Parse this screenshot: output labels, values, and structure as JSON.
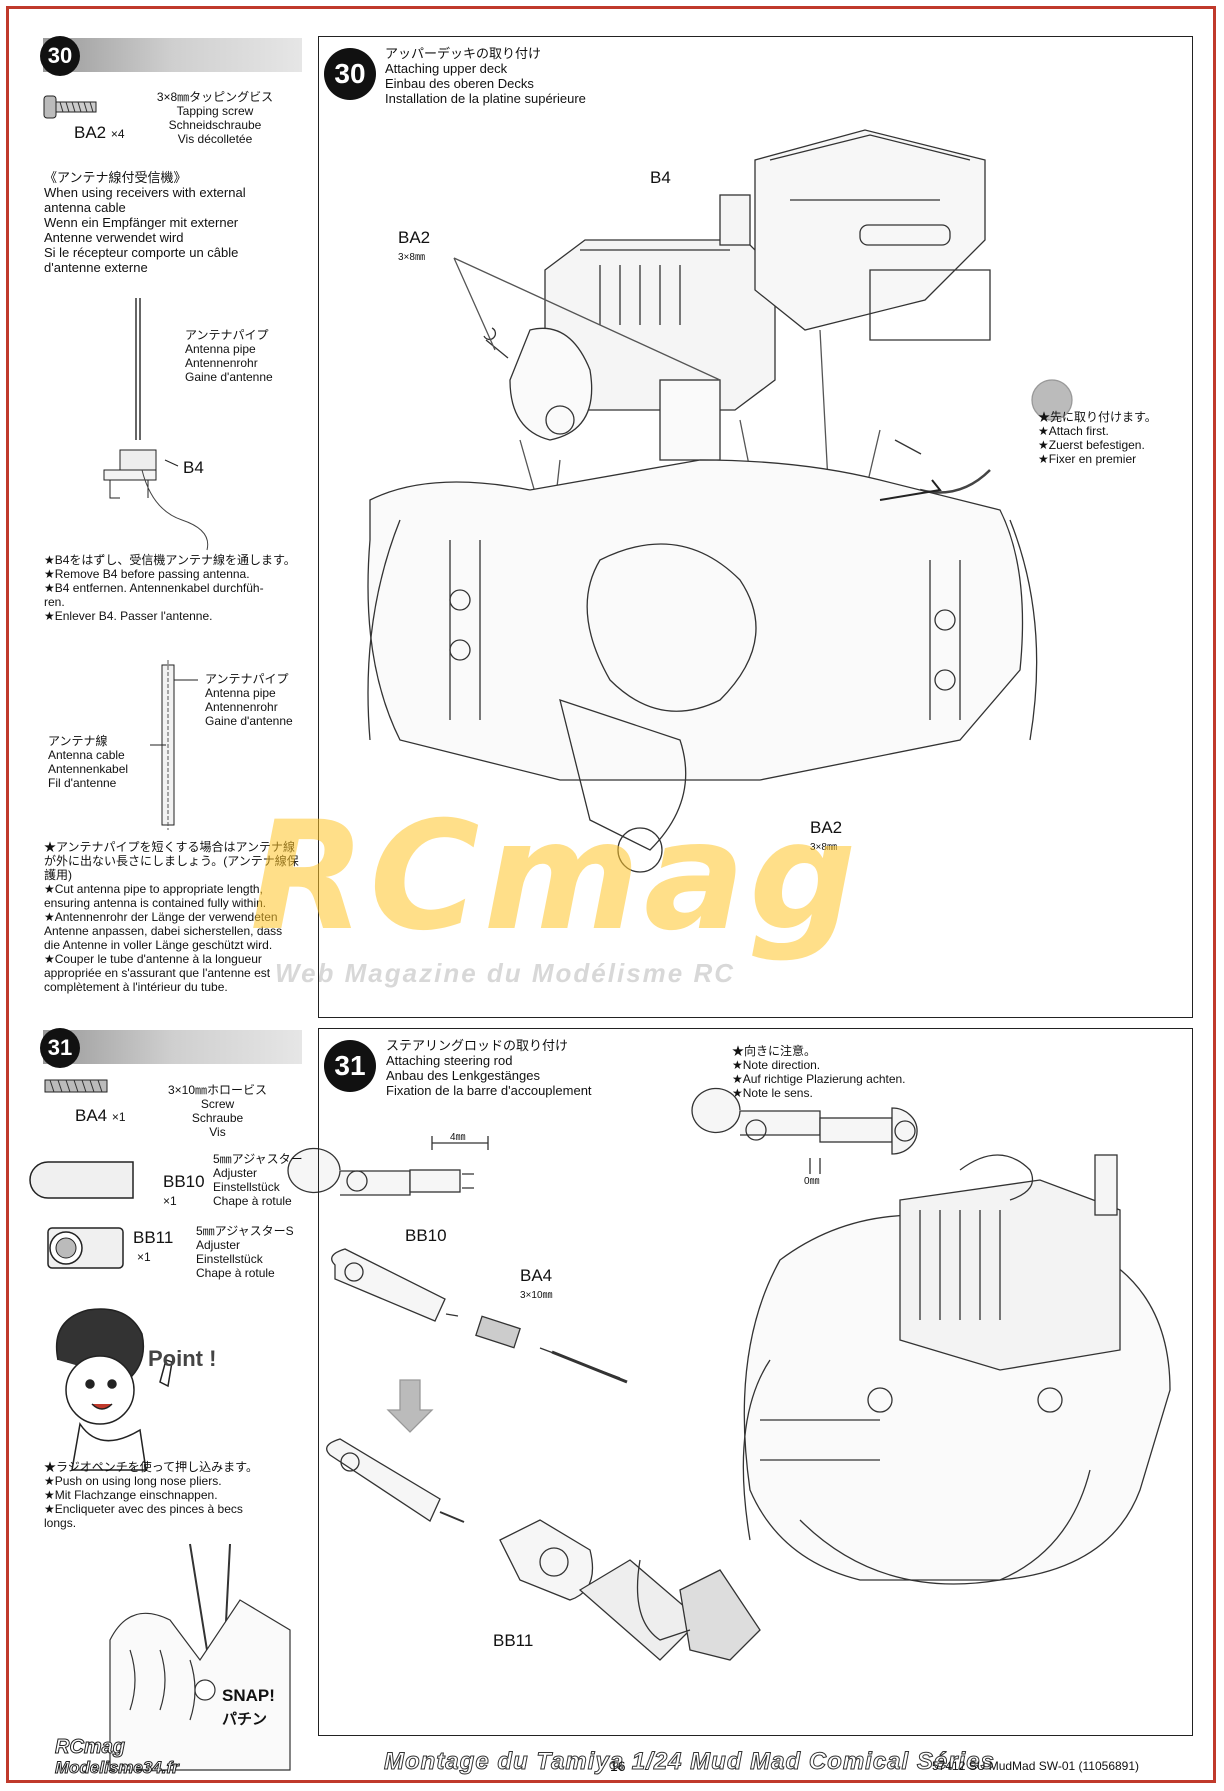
{
  "step30": {
    "number": "30",
    "part_code": "BA2",
    "part_qty": "×4",
    "part_desc": "3×8㎜タッピングビス\nTapping screw\nSchneidschraube\nVis décolletée",
    "receiver_note": "《アンテナ線付受信機》\nWhen using receivers with external\nantenna cable\nWenn ein Empfänger mit externer\nAntenne verwendet wird\nSi le récepteur comporte un câble\nd'antenne externe",
    "pipe_label": "アンテナパイプ\nAntenna pipe\nAntennenrohr\nGaine d'antenne",
    "b4_label": "B4",
    "remove_b4_note": "★B4をはずし、受信機アンテナ線を通します。\n★Remove B4 before passing antenna.\n★B4 entfernen. Antennenkabel durchfüh-\nren.\n★Enlever B4. Passer l'antenne.",
    "pipe_label2": "アンテナパイプ\nAntenna pipe\nAntennenrohr\nGaine d'antenne",
    "cable_label": "アンテナ線\nAntenna cable\nAntennenkabel\nFil d'antenne",
    "cut_note": "★アンテナパイプを短くする場合はアンテナ線が外に出ない長さにしましょう。(アンテナ線保護用)\n★Cut antenna pipe to appropriate length,\nensuring antenna is contained fully within.\n★Antennenrohr der Länge der verwendeten\nAntenne anpassen, dabei sicherstellen, dass\ndie Antenne in voller Länge geschützt wird.\n★Couper le tube d'antenne à la longueur\nappropriée en s'assurant que l'antenne est\ncomplètement à l'intérieur du tube.",
    "title": "アッパーデッキの取り付け\nAttaching upper deck\nEinbau des oberen Decks\nInstallation de la platine supérieure",
    "label_b4": "B4",
    "label_ba2_a": "BA2",
    "label_ba2_a_size": "3×8㎜",
    "label_ba2_b": "BA2",
    "label_ba2_b_size": "3×8㎜",
    "attach_first": "★先に取り付けます。\n★Attach first.\n★Zuerst befestigen.\n★Fixer en premier"
  },
  "step31": {
    "number": "31",
    "ba4_code": "BA4",
    "ba4_qty": "×1",
    "ba4_desc": "3×10㎜ホロービス\nScrew\nSchraube\nVis",
    "bb10_code": "BB10",
    "bb10_qty": "×1",
    "bb10_desc": "5㎜アジャスター\nAdjuster\nEinstellstück\nChape à rotule",
    "bb11_code": "BB11",
    "bb11_qty": "×1",
    "bb11_desc": "5㎜アジャスターS\nAdjuster\nEinstellstück\nChape à rotule",
    "point": "Point !",
    "pliers_note": "★ラジオペンチを使って押し込みます。\n★Push on using long nose pliers.\n★Mit Flachzange einschnappen.\n★Encliqueter avec des pinces à becs\nlongs.",
    "snap": "SNAP!",
    "snap_jp": "パチン",
    "title": "ステアリングロッドの取り付け\nAttaching steering rod\nAnbau des Lenkgestänges\nFixation de la barre d'accouplement",
    "dim_4mm": "4㎜",
    "label_bb10": "BB10",
    "label_ba4": "BA4",
    "label_ba4_size": "3×10㎜",
    "label_bb11": "BB11",
    "direction_note": "★向きに注意。\n★Note direction.\n★Auf richtige Plazierung achten.\n★Note le sens.",
    "dim_0mm": "0㎜"
  },
  "footer": {
    "page_number": "16",
    "model_code": "57412 SU MudMad SW-01 (11056891)",
    "watermark_title": "Montage du Tamiya 1/24 Mud Mad Comical Séries",
    "logo_main": "RCmag",
    "logo_sub": "Modelisme34.fr"
  },
  "watermark": {
    "brand": "RCmag",
    "tagline": "Web Magazine du Modélisme RC"
  }
}
